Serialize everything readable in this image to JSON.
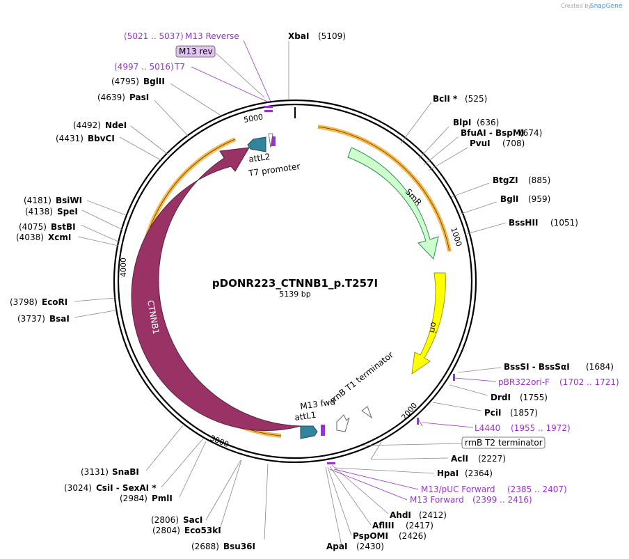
{
  "credit": {
    "text": "Created by",
    "brand": "SnapGene"
  },
  "plasmid": {
    "name": "pDONR223_CTNNB1_p.T257I",
    "length": "5139 bp"
  },
  "ticks": [
    "1000",
    "2000",
    "3000",
    "4000",
    "5000"
  ],
  "features": {
    "smr": "SmR",
    "ori": "ori",
    "ctnnb1": "CTNNB1",
    "attL2": "attL2",
    "t7_promoter": "T7 promoter",
    "attL1": "attL1",
    "m13_fwd": "M13 fwd",
    "rrnb_t1": "rrnB T1 terminator",
    "rrnb_t2": "rrnB T2 terminator",
    "m13_rev": "M13 rev"
  },
  "sites": [
    {
      "name": "XbaI",
      "pos": "(5109)"
    },
    {
      "name": "BclI *",
      "pos": "(525)"
    },
    {
      "name": "BlpI",
      "pos": "(636)"
    },
    {
      "name": "BfuAI - BspMI",
      "pos": "(674)"
    },
    {
      "name": "PvuI",
      "pos": "(708)"
    },
    {
      "name": "BtgZI",
      "pos": "(885)"
    },
    {
      "name": "BglI",
      "pos": "(959)"
    },
    {
      "name": "BssHII",
      "pos": "(1051)"
    },
    {
      "name": "BssSI - BssSαI",
      "pos": "(1684)"
    },
    {
      "name": "DrdI",
      "pos": "(1755)"
    },
    {
      "name": "PciI",
      "pos": "(1857)"
    },
    {
      "name": "AclI",
      "pos": "(2227)"
    },
    {
      "name": "HpaI",
      "pos": "(2364)"
    },
    {
      "name": "AhdI",
      "pos": "(2412)"
    },
    {
      "name": "AflIII",
      "pos": "(2417)"
    },
    {
      "name": "PspOMI",
      "pos": "(2426)"
    },
    {
      "name": "ApaI",
      "pos": "(2430)"
    },
    {
      "name": "Bsu36I",
      "pos": "(2688)"
    },
    {
      "name": "SacI",
      "pos": "(2806)"
    },
    {
      "name": "Eco53kI",
      "pos": "(2804)"
    },
    {
      "name": "PmlI",
      "pos": "(2984)"
    },
    {
      "name": "CsiI - SexAI *",
      "pos": "(3024)"
    },
    {
      "name": "SnaBI",
      "pos": "(3131)"
    },
    {
      "name": "BsaI",
      "pos": "(3737)"
    },
    {
      "name": "EcoRI",
      "pos": "(3798)"
    },
    {
      "name": "XcmI",
      "pos": "(4038)"
    },
    {
      "name": "BstBI",
      "pos": "(4075)"
    },
    {
      "name": "SpeI",
      "pos": "(4138)"
    },
    {
      "name": "BsiWI",
      "pos": "(4181)"
    },
    {
      "name": "BbvCI",
      "pos": "(4431)"
    },
    {
      "name": "NdeI",
      "pos": "(4492)"
    },
    {
      "name": "PasI",
      "pos": "(4639)"
    },
    {
      "name": "BglII",
      "pos": "(4795)"
    }
  ],
  "primers": [
    {
      "name": "M13 Reverse",
      "pos": "(5021 .. 5037)"
    },
    {
      "name": "T7",
      "pos": "(4997 .. 5016)"
    },
    {
      "name": "pBR322ori-F",
      "pos": "(1702 .. 1721)"
    },
    {
      "name": "L4440",
      "pos": "(1955 .. 1972)"
    },
    {
      "name": "M13/pUC Forward",
      "pos": "(2385 .. 2407)"
    },
    {
      "name": "M13 Forward",
      "pos": "(2399 .. 2416)"
    }
  ],
  "colors": {
    "smr": "#ccffcc",
    "ori": "#ffff00",
    "ctnnb1": "#993366",
    "att": "#31849b",
    "primer": "#9b30d9",
    "highlight": "#f7b84a"
  }
}
